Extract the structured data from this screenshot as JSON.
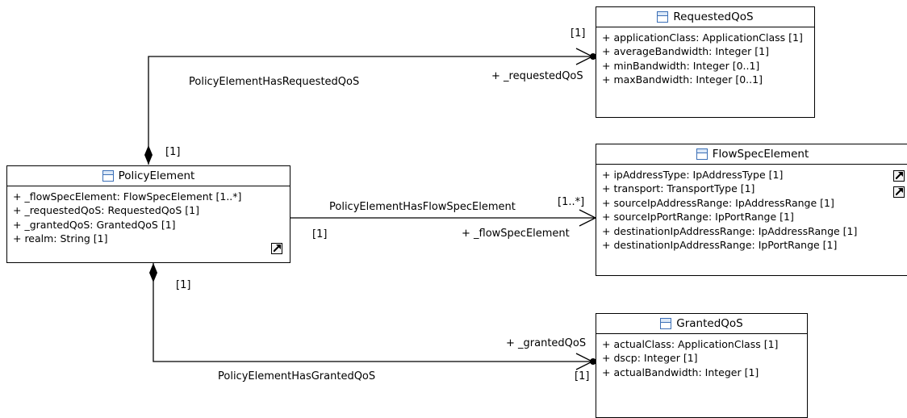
{
  "classes": {
    "requested_qos": {
      "name": "RequestedQoS",
      "attributes": [
        "+ applicationClass: ApplicationClass [1]",
        "+ averageBandwidth: Integer [1]",
        "+ minBandwidth: Integer [0..1]",
        "+ maxBandwidth: Integer [0..1]"
      ]
    },
    "policy_element": {
      "name": "PolicyElement",
      "attributes": [
        "+ _flowSpecElement: FlowSpecElement [1..*]",
        "+ _requestedQoS: RequestedQoS [1]",
        "+ _grantedQoS: GrantedQoS [1]",
        "+ realm: String [1]"
      ]
    },
    "flow_spec_element": {
      "name": "FlowSpecElement",
      "attributes": [
        "+ ipAddressType: IpAddressType [1]",
        "+ transport: TransportType [1]",
        "+ sourceIpAddressRange: IpAddressRange [1]",
        "+ sourceIpPortRange: IpPortRange [1]",
        "+ destinationIpAddressRange: IpAddressRange [1]",
        "+ destinationIpAddressRange: IpPortRange [1]"
      ]
    },
    "granted_qos": {
      "name": "GrantedQoS",
      "attributes": [
        "+ actualClass: ApplicationClass [1]",
        "+ dscp: Integer [1]",
        "+ actualBandwidth: Integer [1]"
      ]
    }
  },
  "associations": {
    "requested": {
      "name": "PolicyElementHasRequestedQoS",
      "role": "+ _requestedQoS",
      "target_multiplicity": "[1]",
      "source_multiplicity": "[1]"
    },
    "flowspec": {
      "name": "PolicyElementHasFlowSpecElement",
      "role": "+ _flowSpecElement",
      "target_multiplicity": "[1..*]",
      "source_multiplicity": "[1]"
    },
    "granted": {
      "name": "PolicyElementHasGrantedQoS",
      "role": "+ _grantedQoS",
      "target_multiplicity": "[1]",
      "source_multiplicity": "[1]"
    }
  },
  "icons": {
    "class_icon": "class-icon",
    "navigate_icon": "navigate-arrow-icon"
  }
}
